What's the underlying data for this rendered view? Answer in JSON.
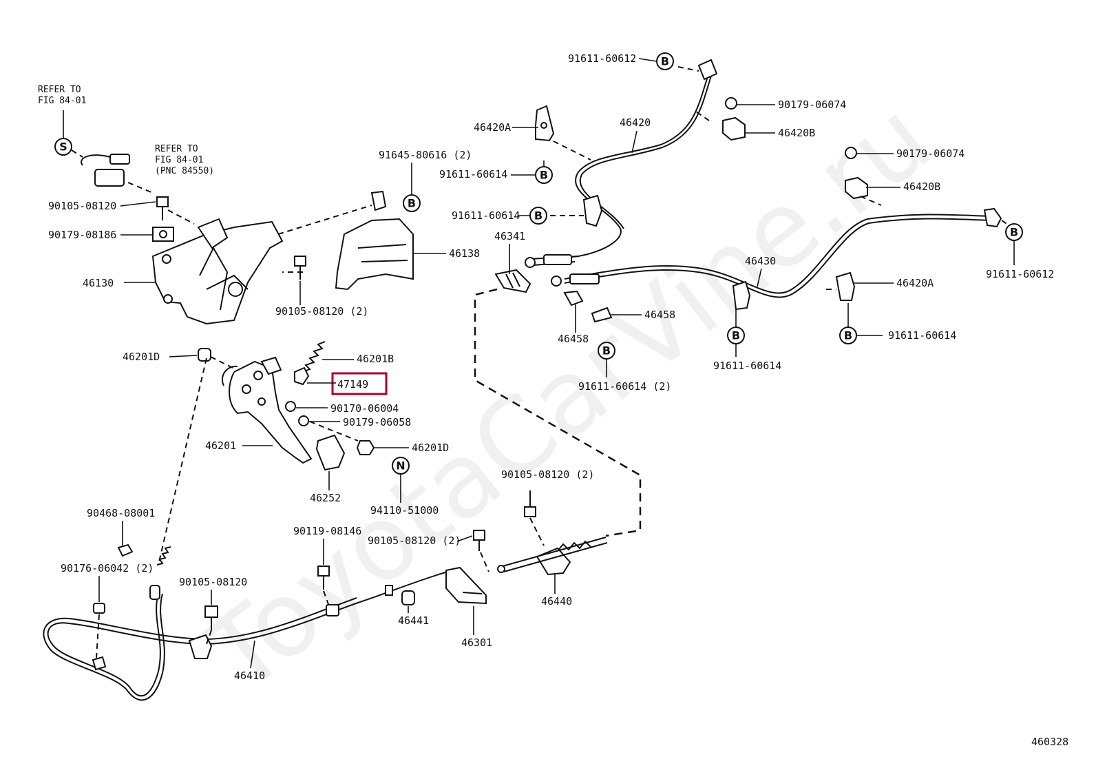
{
  "diagram_number": "460328",
  "watermark": "ToyotaCarVine.ru",
  "highlighted_part": "47149",
  "refer_notes": {
    "refer_a": [
      "REFER TO",
      "FIG 84-01"
    ],
    "refer_b": [
      "REFER TO",
      "FIG 84-01",
      "(PNC 84550)"
    ]
  },
  "callouts": {
    "s_marker": "S",
    "b_marker": "B",
    "n_marker": "N"
  },
  "labels": {
    "p91611_60612_top": "91611-60612",
    "p90179_06074_a": "90179-06074",
    "p46420A_top": "46420A",
    "p46420_top": "46420",
    "p46420B_top": "46420B",
    "p91645_80616": "91645-80616 (2)",
    "p91611_60614_a": "91611-60614",
    "p90179_06074_b": "90179-06074",
    "p46420B_right": "46420B",
    "p91611_60614_b": "91611-60614",
    "p90105_08120_a": "90105-08120",
    "p90179_08186": "90179-08186",
    "p46341": "46341",
    "p46138": "46138",
    "p46130": "46130",
    "p46430": "46430",
    "p91611_60612_right": "91611-60612",
    "p46420A_right": "46420A",
    "p90105_08120_2a": "90105-08120 (2)",
    "p46458_right": "46458",
    "p46458_left": "46458",
    "p91611_60614_c": "91611-60614",
    "p91611_60614_d": "91611-60614",
    "p91611_60614_2": "91611-60614 (2)",
    "p46201D_a": "46201D",
    "p46201B": "46201B",
    "p47149": "47149",
    "p90170_06004": "90170-06004",
    "p90179_06058": "90179-06058",
    "p46201": "46201",
    "p46201D_b": "46201D",
    "p46252": "46252",
    "p94110_51000": "94110-51000",
    "p90105_08120_2b": "90105-08120 (2)",
    "p90468_08001": "90468-08001",
    "p90119_08146": "90119-08146",
    "p90105_08120_2c": "90105-08120 (2)",
    "p90176_06042": "90176-06042 (2)",
    "p90105_08120_b": "90105-08120",
    "p46441": "46441",
    "p46440": "46440",
    "p46301": "46301",
    "p46410": "46410"
  }
}
